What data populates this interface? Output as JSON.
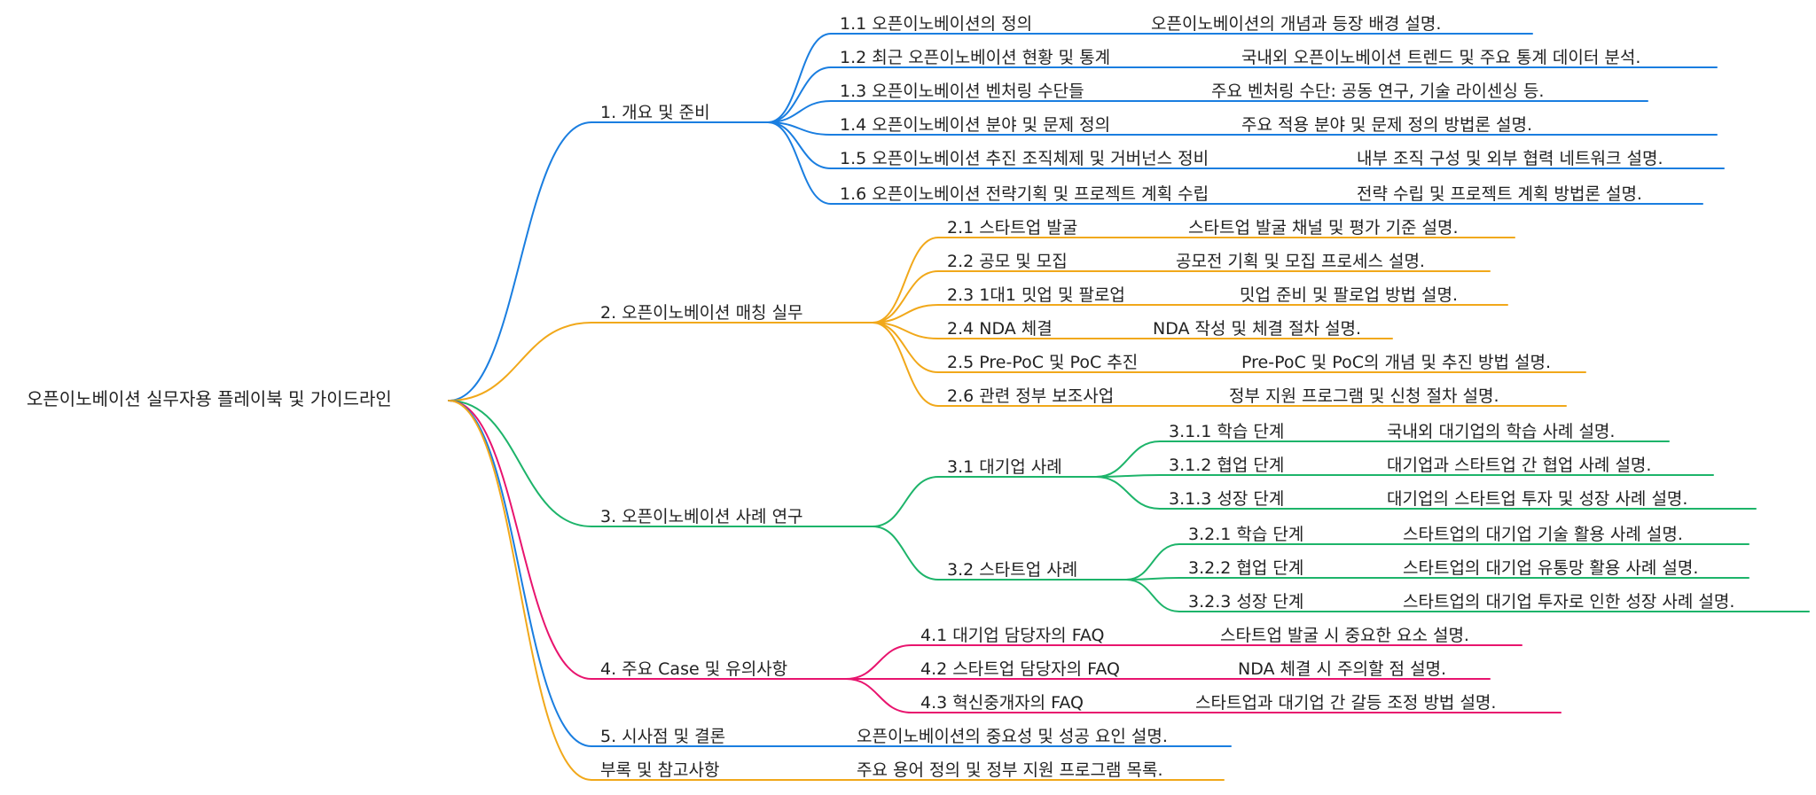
{
  "colors": {
    "branch1": "#1a7ee0",
    "branch2": "#f1a81a",
    "branch3": "#1db46a",
    "branch4": "#e8146e",
    "branch5": "#1a7ee0",
    "branch6": "#f1a81a",
    "text": "#222222"
  },
  "mindmap": {
    "root": "오픈이노베이션 실무자용 플레이북 및 가이드라인",
    "branches": [
      {
        "label": "1. 개요 및 준비",
        "children": [
          {
            "label": "1.1 오픈이노베이션의 정의",
            "note": "오픈이노베이션의 개념과 등장 배경 설명."
          },
          {
            "label": "1.2 최근 오픈이노베이션 현황 및 통계",
            "note": "국내외 오픈이노베이션 트렌드 및 주요 통계 데이터 분석."
          },
          {
            "label": "1.3 오픈이노베이션 벤처링 수단들",
            "note": "주요 벤처링 수단: 공동 연구, 기술 라이센싱 등."
          },
          {
            "label": "1.4 오픈이노베이션 분야 및 문제 정의",
            "note": "주요 적용 분야 및 문제 정의 방법론 설명."
          },
          {
            "label": "1.5 오픈이노베이션 추진 조직체제 및 거버넌스 정비",
            "note": "내부 조직 구성 및 외부 협력 네트워크 설명."
          },
          {
            "label": "1.6 오픈이노베이션 전략기획 및 프로젝트 계획 수립",
            "note": "전략 수립 및 프로젝트 계획 방법론 설명."
          }
        ]
      },
      {
        "label": "2. 오픈이노베이션 매칭 실무",
        "children": [
          {
            "label": "2.1 스타트업 발굴",
            "note": "스타트업 발굴 채널 및 평가 기준 설명."
          },
          {
            "label": "2.2 공모 및 모집",
            "note": "공모전 기획 및 모집 프로세스 설명."
          },
          {
            "label": "2.3 1대1 밋업 및 팔로업",
            "note": "밋업 준비 및 팔로업 방법 설명."
          },
          {
            "label": "2.4 NDA 체결",
            "note": "NDA 작성 및 체결 절차 설명."
          },
          {
            "label": "2.5 Pre-PoC 및 PoC 추진",
            "note": "Pre-PoC 및 PoC의 개념 및 추진 방법 설명."
          },
          {
            "label": "2.6 관련 정부 보조사업",
            "note": "정부 지원 프로그램 및 신청 절차 설명."
          }
        ]
      },
      {
        "label": "3. 오픈이노베이션 사례 연구",
        "children": [
          {
            "label": "3.1 대기업 사례",
            "children": [
              {
                "label": "3.1.1 학습 단계",
                "note": "국내외 대기업의 학습 사례 설명."
              },
              {
                "label": "3.1.2 협업 단계",
                "note": "대기업과 스타트업 간 협업 사례 설명."
              },
              {
                "label": "3.1.3 성장 단계",
                "note": "대기업의 스타트업 투자 및 성장 사례 설명."
              }
            ]
          },
          {
            "label": "3.2 스타트업 사례",
            "children": [
              {
                "label": "3.2.1 학습 단계",
                "note": "스타트업의 대기업 기술 활용 사례 설명."
              },
              {
                "label": "3.2.2 협업 단계",
                "note": "스타트업의 대기업 유통망 활용 사례 설명."
              },
              {
                "label": "3.2.3 성장 단계",
                "note": "스타트업의 대기업 투자로 인한 성장 사례 설명."
              }
            ]
          }
        ]
      },
      {
        "label": "4. 주요 Case 및 유의사항",
        "children": [
          {
            "label": "4.1 대기업 담당자의 FAQ",
            "note": "스타트업 발굴 시 중요한 요소 설명."
          },
          {
            "label": "4.2 스타트업 담당자의 FAQ",
            "note": "NDA 체결 시 주의할 점 설명."
          },
          {
            "label": "4.3 혁신중개자의 FAQ",
            "note": "스타트업과 대기업 간 갈등 조정 방법 설명."
          }
        ]
      },
      {
        "label": "5. 시사점 및 결론",
        "note": "오픈이노베이션의 중요성 및 성공 요인 설명."
      },
      {
        "label": "부록 및 참고사항",
        "note": "주요 용어 정의 및 정부 지원 프로그램 목록."
      }
    ]
  }
}
